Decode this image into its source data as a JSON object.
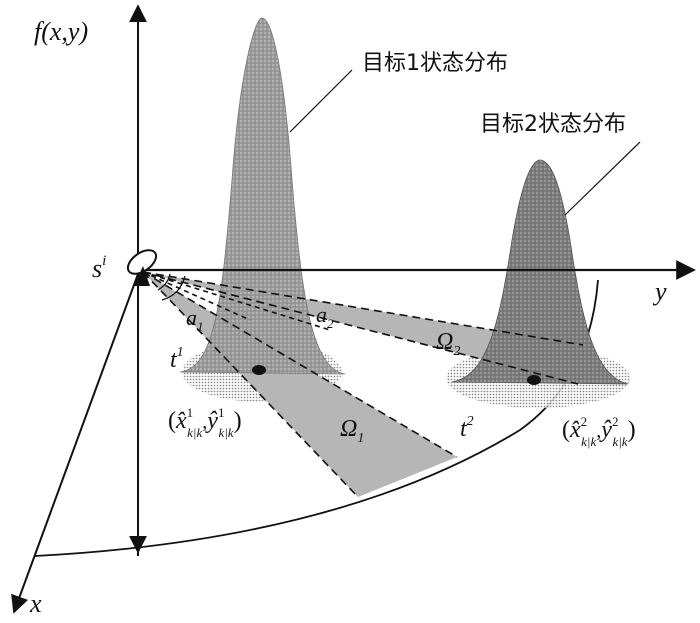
{
  "labels": {
    "f_axis": "f(x,y)",
    "x_axis": "x",
    "y_axis": "y",
    "sensor": "s",
    "sensor_sup": "i",
    "target1_caption": "目标1状态分布",
    "target2_caption": "目标2状态分布",
    "alpha1": "a",
    "alpha1_sub": "1",
    "alpha2": "a",
    "alpha2_sub": "2",
    "omega1": "Ω",
    "omega1_sub": "1",
    "omega2": "Ω",
    "omega2_sub": "2",
    "t1": "t",
    "t1_sup": "1",
    "t2": "t",
    "t2_sup": "2",
    "est1": {
      "open": "(",
      "xhat": "x̂",
      "x_sup": "1",
      "x_sub": "k|k",
      "sep": ",",
      "yhat": "ŷ",
      "y_sup": "1",
      "y_sub": "k|k",
      "close": ")"
    },
    "est2": {
      "open": "(",
      "xhat": "x̂",
      "x_sup": "2",
      "x_sub": "k|k",
      "sep": ",",
      "yhat": "ŷ",
      "y_sup": "2",
      "y_sub": "k|k",
      "close": ")"
    }
  },
  "colors": {
    "axis": "#111111",
    "peak1": "#8a8a8a",
    "peak2": "#6e6e6e",
    "wedge": "#b4b4b4",
    "line": "#111111"
  }
}
